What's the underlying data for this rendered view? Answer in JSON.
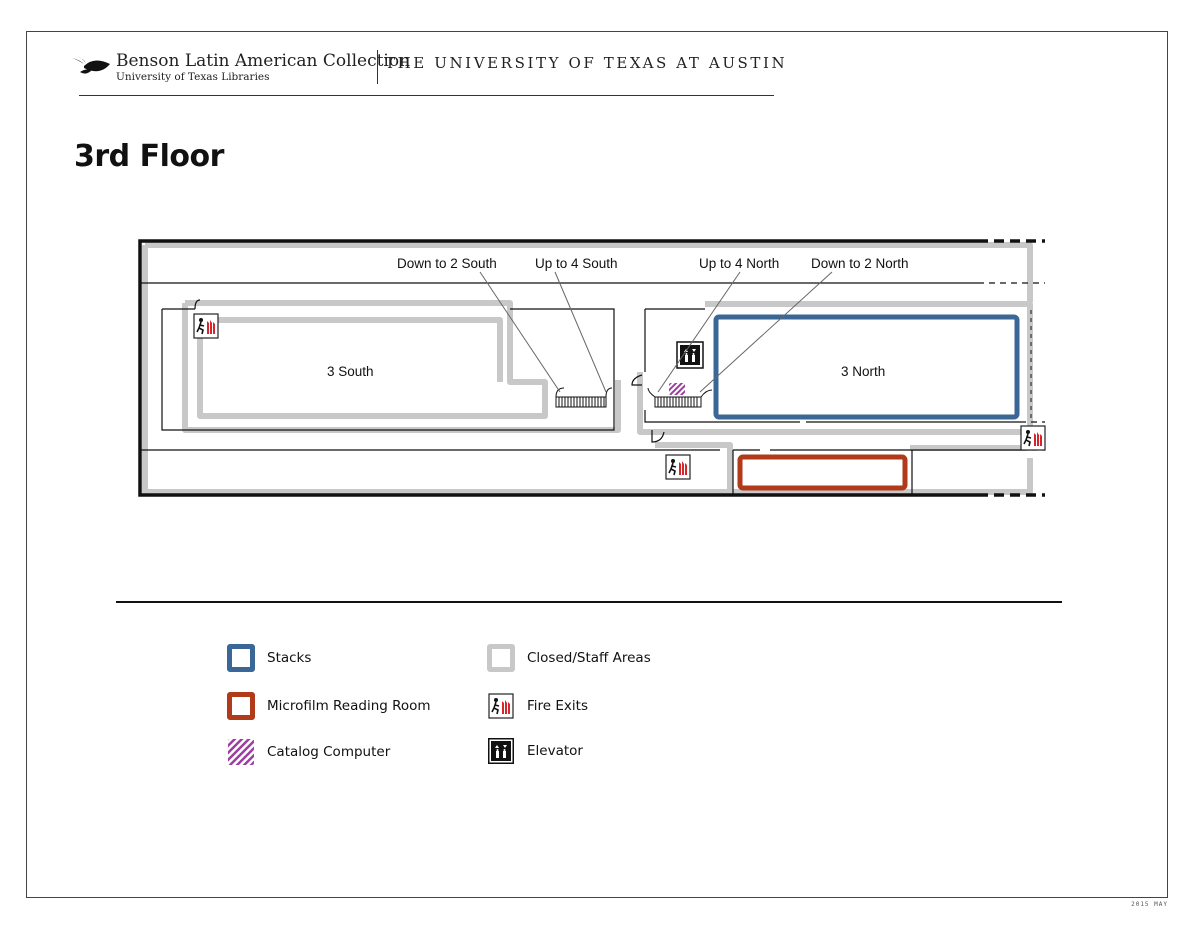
{
  "header": {
    "brand_title": "Benson Latin American Collection",
    "brand_subtitle": "University of Texas Libraries",
    "university": "THE UNIVERSITY OF TEXAS AT AUSTIN"
  },
  "page_title": "3rd Floor",
  "map": {
    "labels": {
      "down_2_south": "Down to 2 South",
      "up_4_south": "Up to 4 South",
      "up_4_north": "Up to 4 North",
      "down_2_north": "Down to 2 North"
    },
    "areas": {
      "south": "3 South",
      "north": "3 North"
    }
  },
  "legend": {
    "stacks": "Stacks",
    "microfilm": "Microfilm Reading Room",
    "catalog": "Catalog Computer",
    "closed": "Closed/Staff Areas",
    "fire_exits": "Fire Exits",
    "elevator": "Elevator"
  },
  "colors": {
    "stacks": "#3a6796",
    "microfilm": "#b03a1a",
    "closed": "#c8c8c8",
    "catalog": "#9b3fa0",
    "fire_exit": "#d6262b"
  },
  "credit": "2015 MAY"
}
